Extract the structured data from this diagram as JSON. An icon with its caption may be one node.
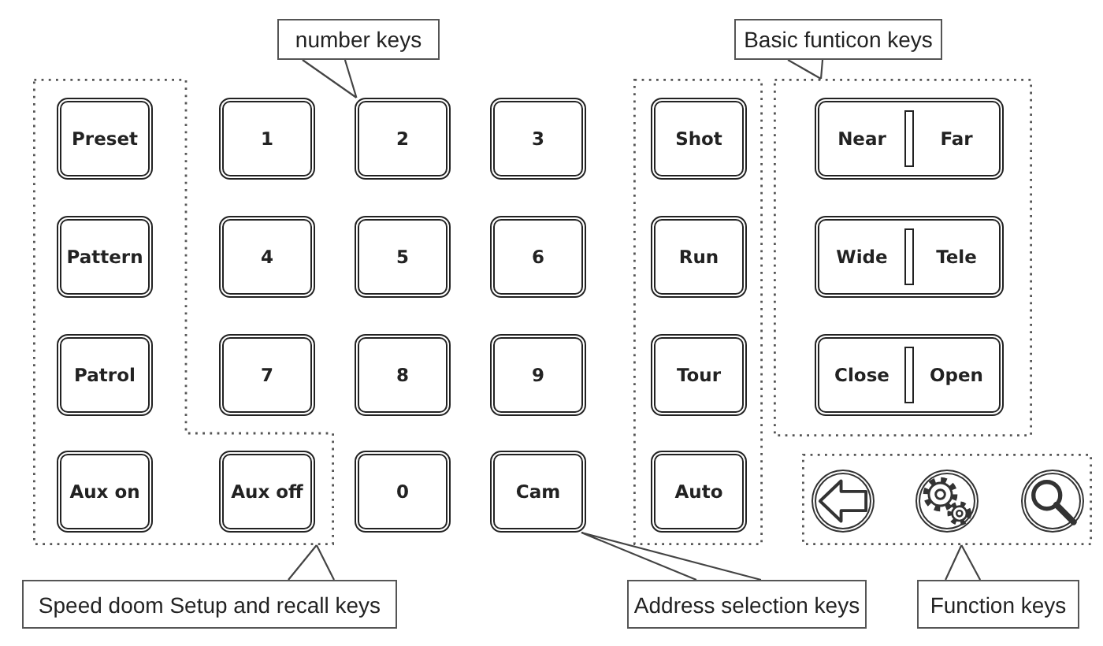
{
  "diagram": {
    "nodes": [
      {
        "text": [
          "number keys"
        ]
      },
      {
        "text": [
          "Basic funticon keys"
        ]
      },
      {
        "text": [],
        "shape": "box"
      },
      {
        "text": [
          "Preset"
        ],
        "in": 2
      },
      {
        "text": [
          "1"
        ]
      },
      {
        "text": [
          "2"
        ]
      },
      {
        "text": [
          "3"
        ]
      },
      {
        "text": [],
        "shape": "box"
      },
      {
        "text": [
          "Shot"
        ],
        "in": 7
      },
      {
        "text": [],
        "shape": "box"
      },
      {
        "text": [
          "Near",
          "Far"
        ],
        "in": 9
      },
      {
        "text": [
          "Pattern"
        ],
        "in": 2
      },
      {
        "text": [
          "4"
        ]
      },
      {
        "text": [
          "5"
        ]
      },
      {
        "text": [
          "6"
        ]
      },
      {
        "text": [
          "Run"
        ],
        "in": 7
      },
      {
        "text": [
          "Wide",
          "Tele"
        ],
        "in": 9
      },
      {
        "text": [
          "Patrol"
        ],
        "in": 2
      },
      {
        "text": [
          "7"
        ]
      },
      {
        "text": [
          "8"
        ]
      },
      {
        "text": [
          "9"
        ]
      },
      {
        "text": [
          "Tour"
        ],
        "in": 7
      },
      {
        "text": [
          "Close",
          "Open"
        ],
        "in": 9
      },
      {
        "text": [
          "Aux on"
        ],
        "in": 2
      },
      {
        "text": [
          "Aux off"
        ],
        "in": 2
      },
      {
        "text": [
          "0"
        ]
      },
      {
        "text": [
          "Cam"
        ]
      },
      {
        "text": [
          "Auto"
        ],
        "in": 7
      },
      {
        "text": [],
        "shape": "box"
      },
      {
        "text": [],
        "shape": "circle",
        "in": 28
      },
      {
        "text": [],
        "shape": "circle",
        "in": 28
      },
      {
        "text": [],
        "shape": "circle",
        "in": 28
      },
      {
        "text": [
          "Speed doom Setup and recall keys"
        ]
      },
      {
        "text": [
          "Address selection keys"
        ]
      },
      {
        "text": [
          "Function keys"
        ]
      }
    ],
    "edges": [
      {
        "from": 0,
        "to": 5,
        "arrow": "none"
      },
      {
        "from": 1,
        "to": 9,
        "arrow": "none"
      },
      {
        "from": 32,
        "to": 2,
        "arrow": "none"
      },
      {
        "from": 33,
        "to": 26,
        "arrow": "none"
      },
      {
        "from": 34,
        "to": 28,
        "arrow": "none"
      }
    ]
  }
}
